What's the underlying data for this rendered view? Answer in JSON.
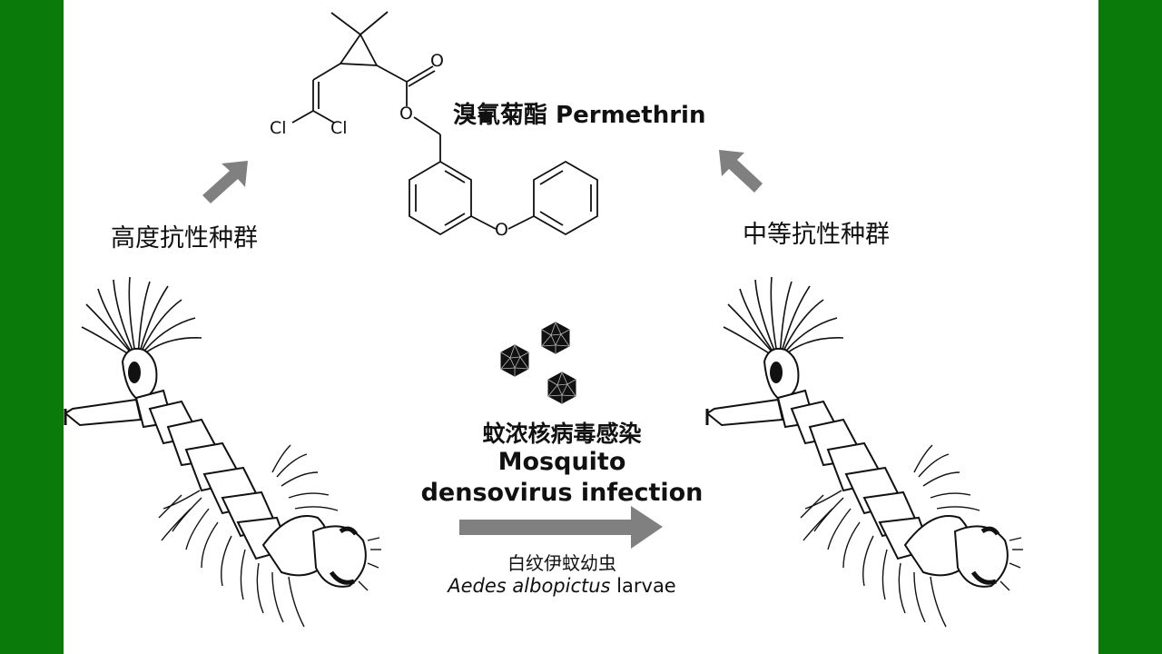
{
  "colors": {
    "border": "#0a7a0a",
    "arrow": "#808080",
    "ink": "#111111",
    "background": "#ffffff"
  },
  "molecule": {
    "name": "溴氰菊酯 Permethrin",
    "atom_cl1": "Cl",
    "atom_cl2": "Cl",
    "atom_o_carbonyl": "O",
    "atom_o_ester": "O",
    "atom_o_ether": "O"
  },
  "labels": {
    "left_population": "高度抗性种群",
    "right_population": "中等抗性种群",
    "infection_cn": "蚊浓核病毒感染",
    "infection_en_line1": "Mosquito",
    "infection_en_line2": "densovirus infection",
    "larvae_cn": "白纹伊蚊幼虫",
    "larvae_latin": "Aedes albopictus",
    "larvae_en": " larvae"
  },
  "icons": {
    "left_up_arrow": "arrow-up-right-icon",
    "right_up_arrow": "arrow-up-left-icon",
    "infection_arrow": "arrow-right-icon",
    "virus": "icosahedral-virus-icon",
    "larva": "mosquito-larva-icon"
  }
}
